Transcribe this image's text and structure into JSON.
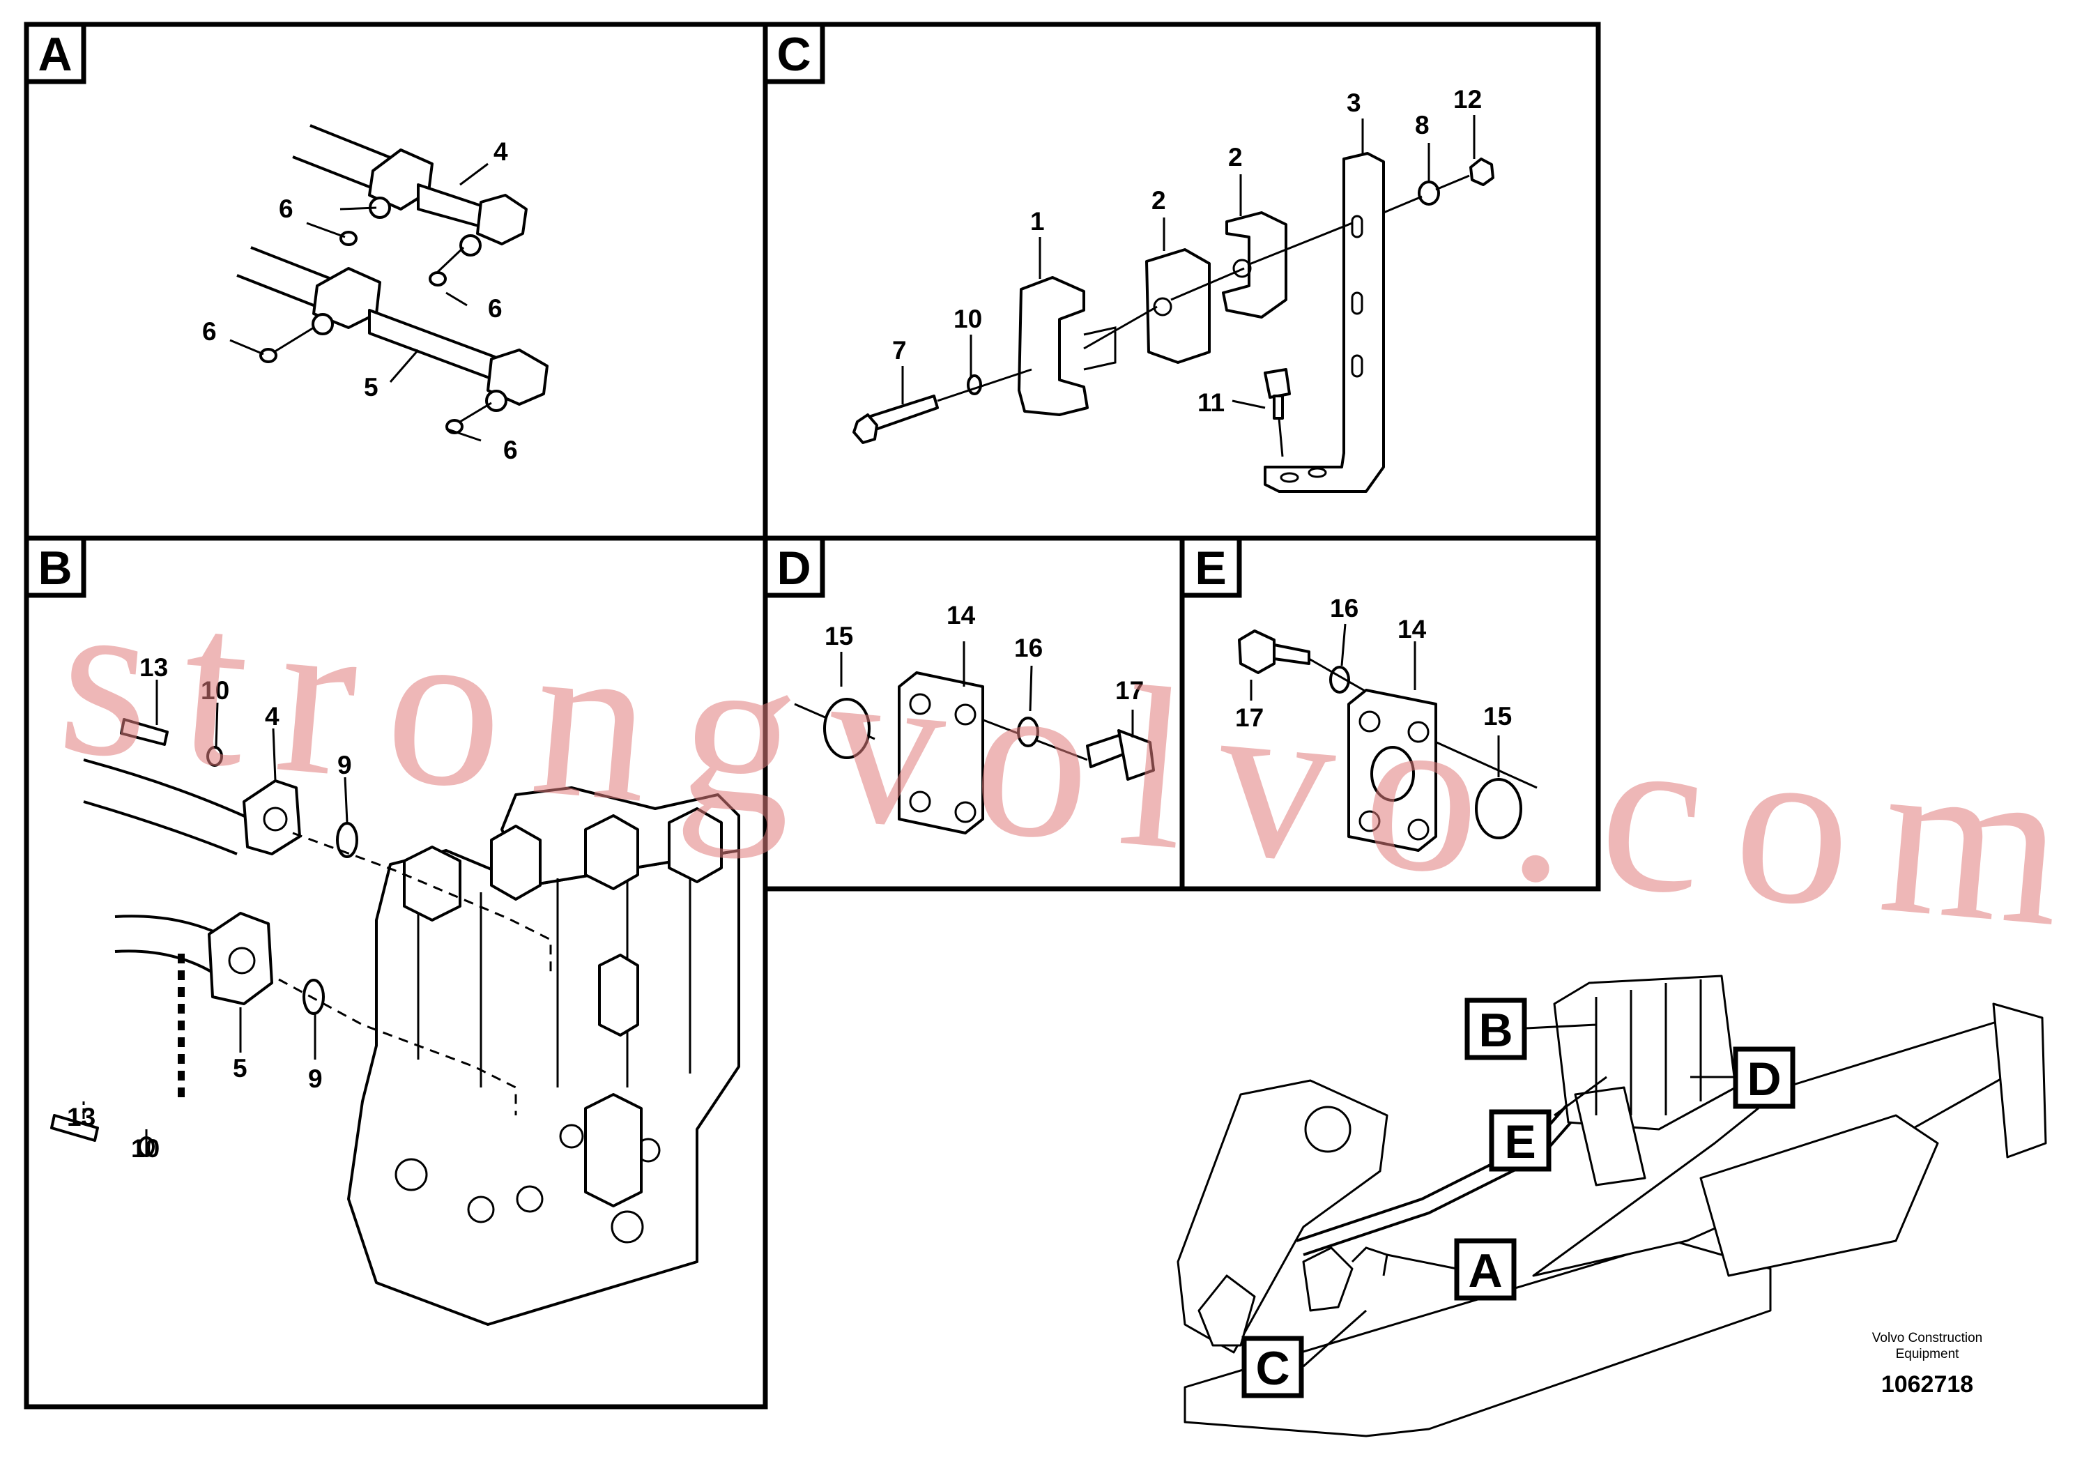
{
  "panels": [
    {
      "label": "A"
    },
    {
      "label": "C"
    },
    {
      "label": "B"
    },
    {
      "label": "D"
    },
    {
      "label": "E"
    }
  ],
  "callouts": {
    "a": [
      "4",
      "6",
      "6",
      "6",
      "5",
      "6"
    ],
    "c": [
      "3",
      "8",
      "12",
      "2",
      "1",
      "2",
      "10",
      "7",
      "11"
    ],
    "b": [
      "13",
      "10",
      "4",
      "9",
      "5",
      "9",
      "13",
      "10"
    ],
    "d": [
      "15",
      "14",
      "16",
      "17"
    ],
    "e": [
      "16",
      "14",
      "17",
      "15"
    ]
  },
  "overview": {
    "tags": [
      "B",
      "D",
      "E",
      "A",
      "C"
    ]
  },
  "brand": {
    "line1": "Volvo Construction",
    "line2": "Equipment"
  },
  "doc_number": "1062718",
  "watermark": "strongvolvo.com",
  "colors": {
    "ink": "#000000",
    "watermark": "#e07c7c"
  }
}
